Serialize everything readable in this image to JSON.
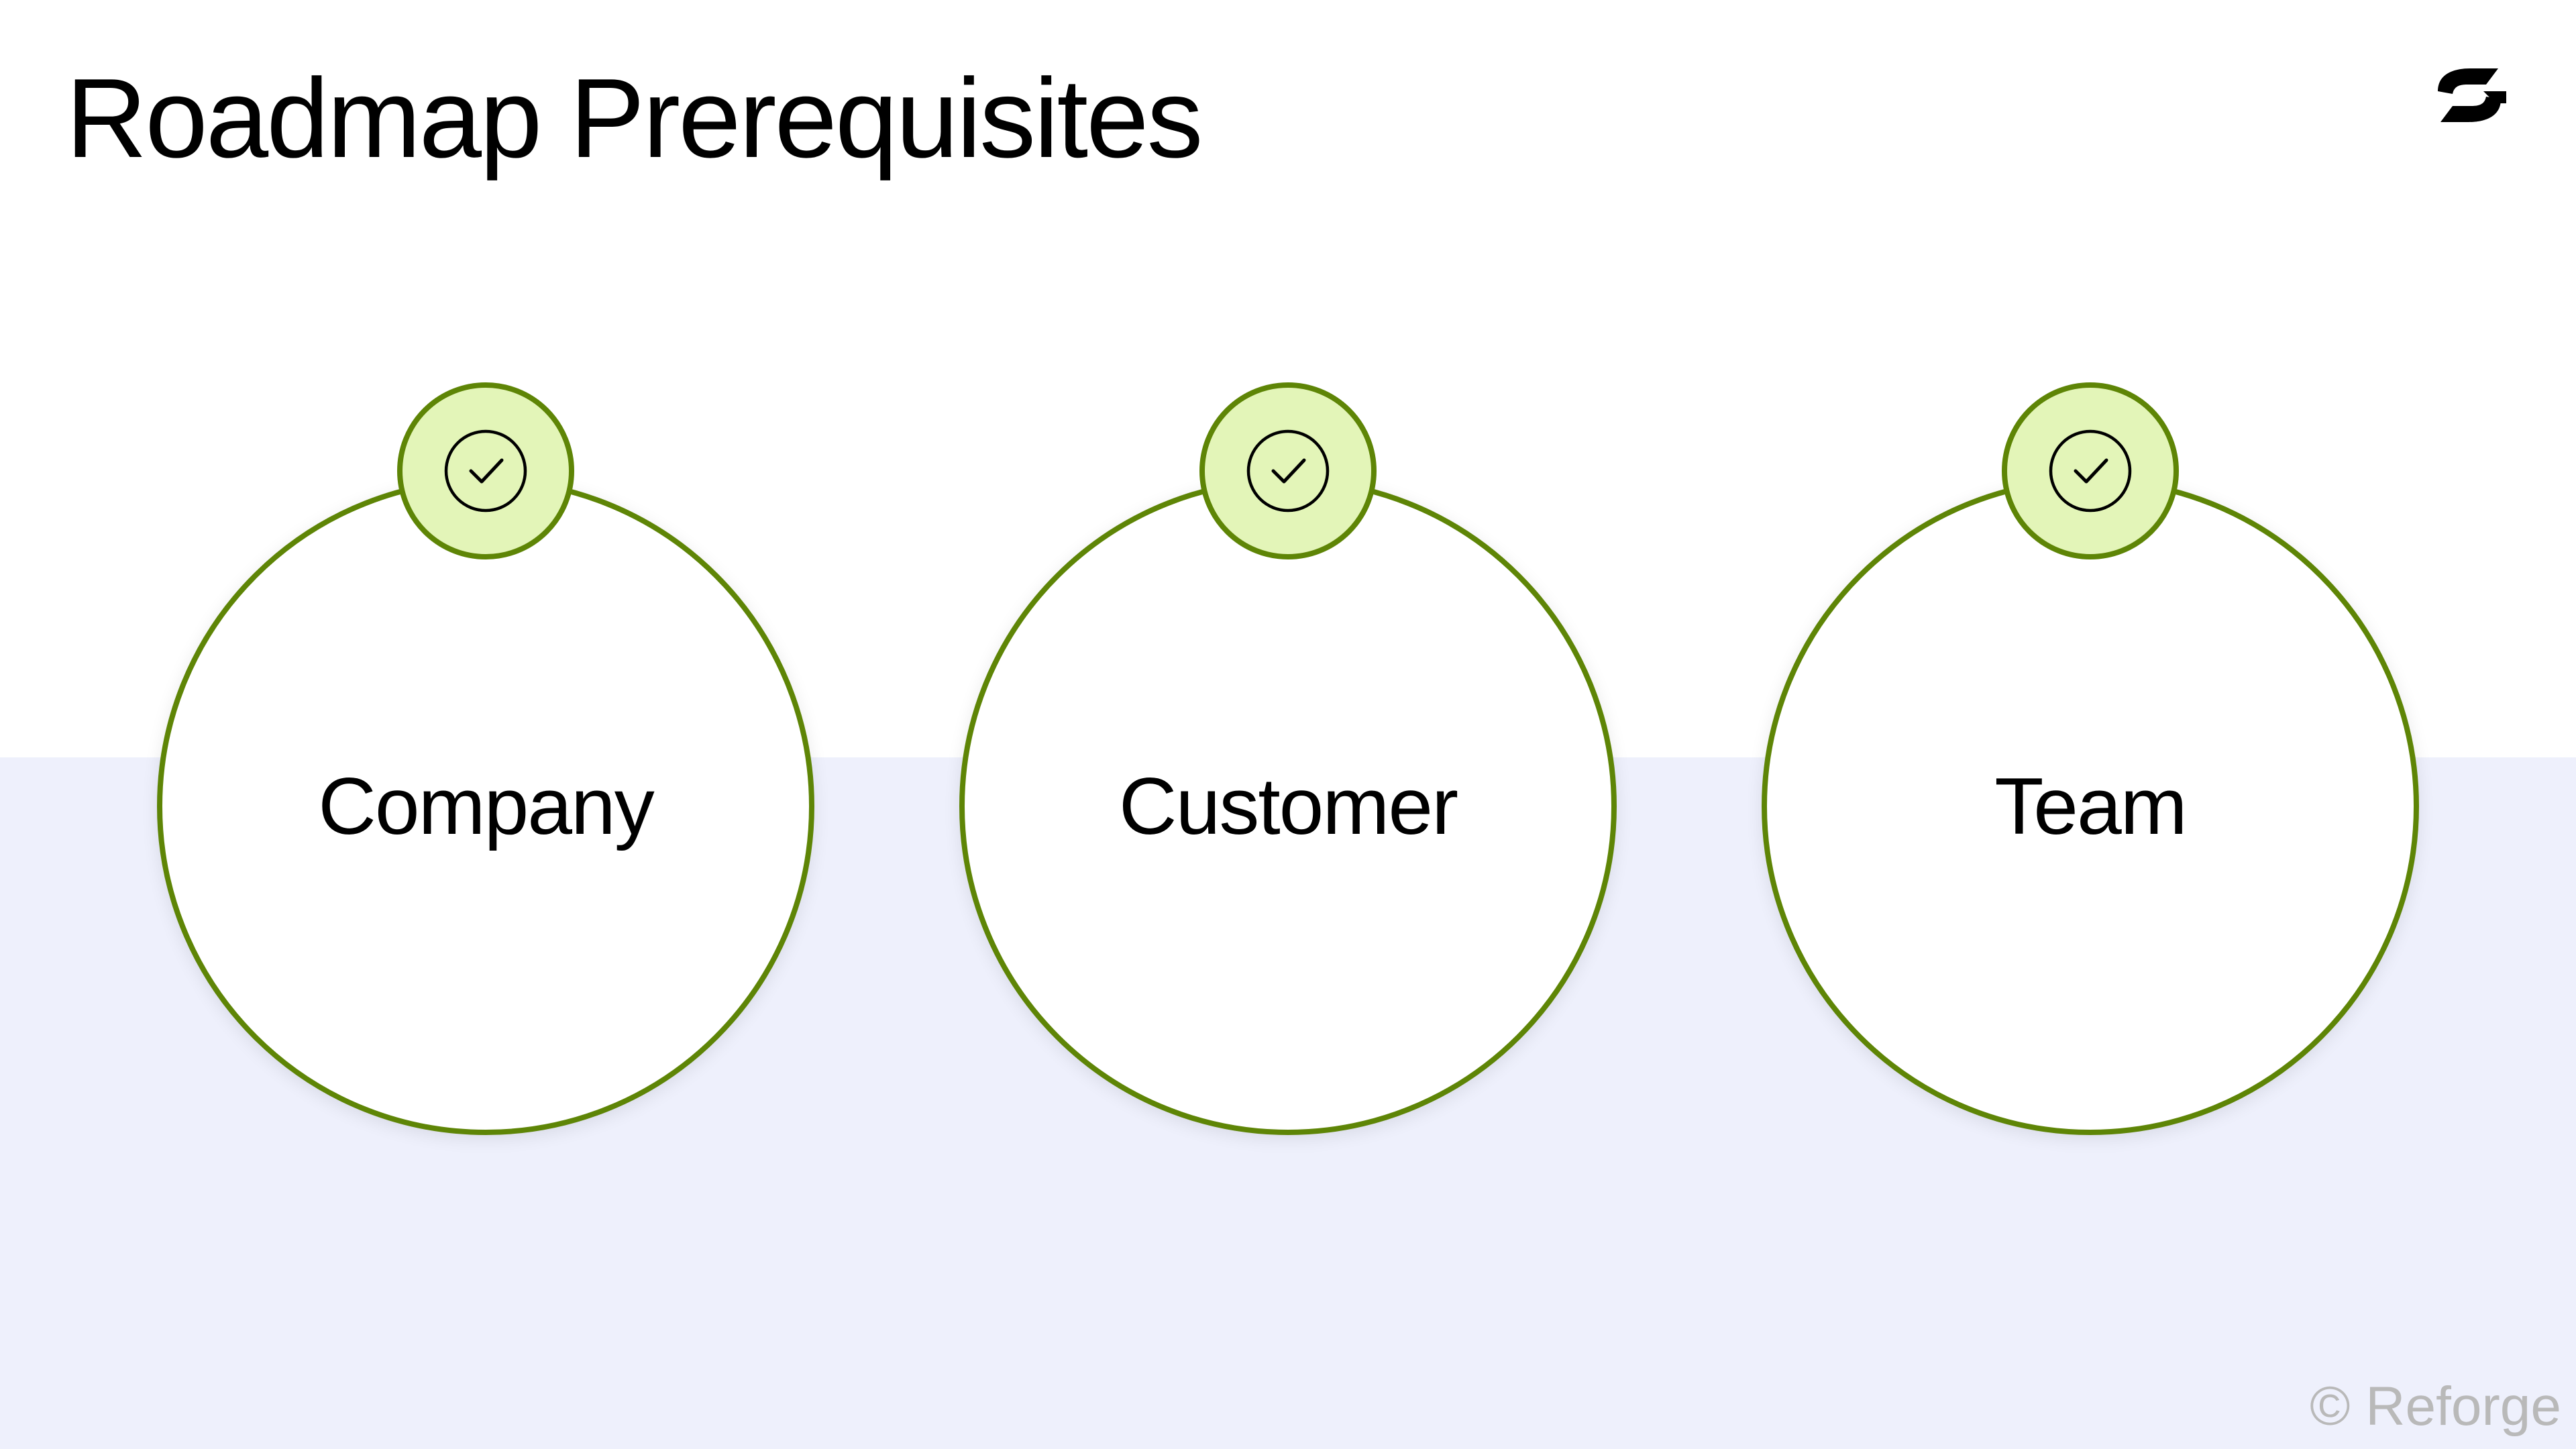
{
  "slide": {
    "title": "Roadmap Prerequisites",
    "copyright": "© Reforge"
  },
  "logo": {
    "icon": "reforge-logo-icon"
  },
  "prerequisites": [
    {
      "label": "Company",
      "icon": "check-circle-icon"
    },
    {
      "label": "Customer",
      "icon": "check-circle-icon"
    },
    {
      "label": "Team",
      "icon": "check-circle-icon"
    }
  ],
  "colors": {
    "accent_border": "#5e8506",
    "check_fill": "#e3f5b8",
    "band_background": "#eef0fc",
    "text": "#000000",
    "muted_text": "#b9b9b9"
  }
}
